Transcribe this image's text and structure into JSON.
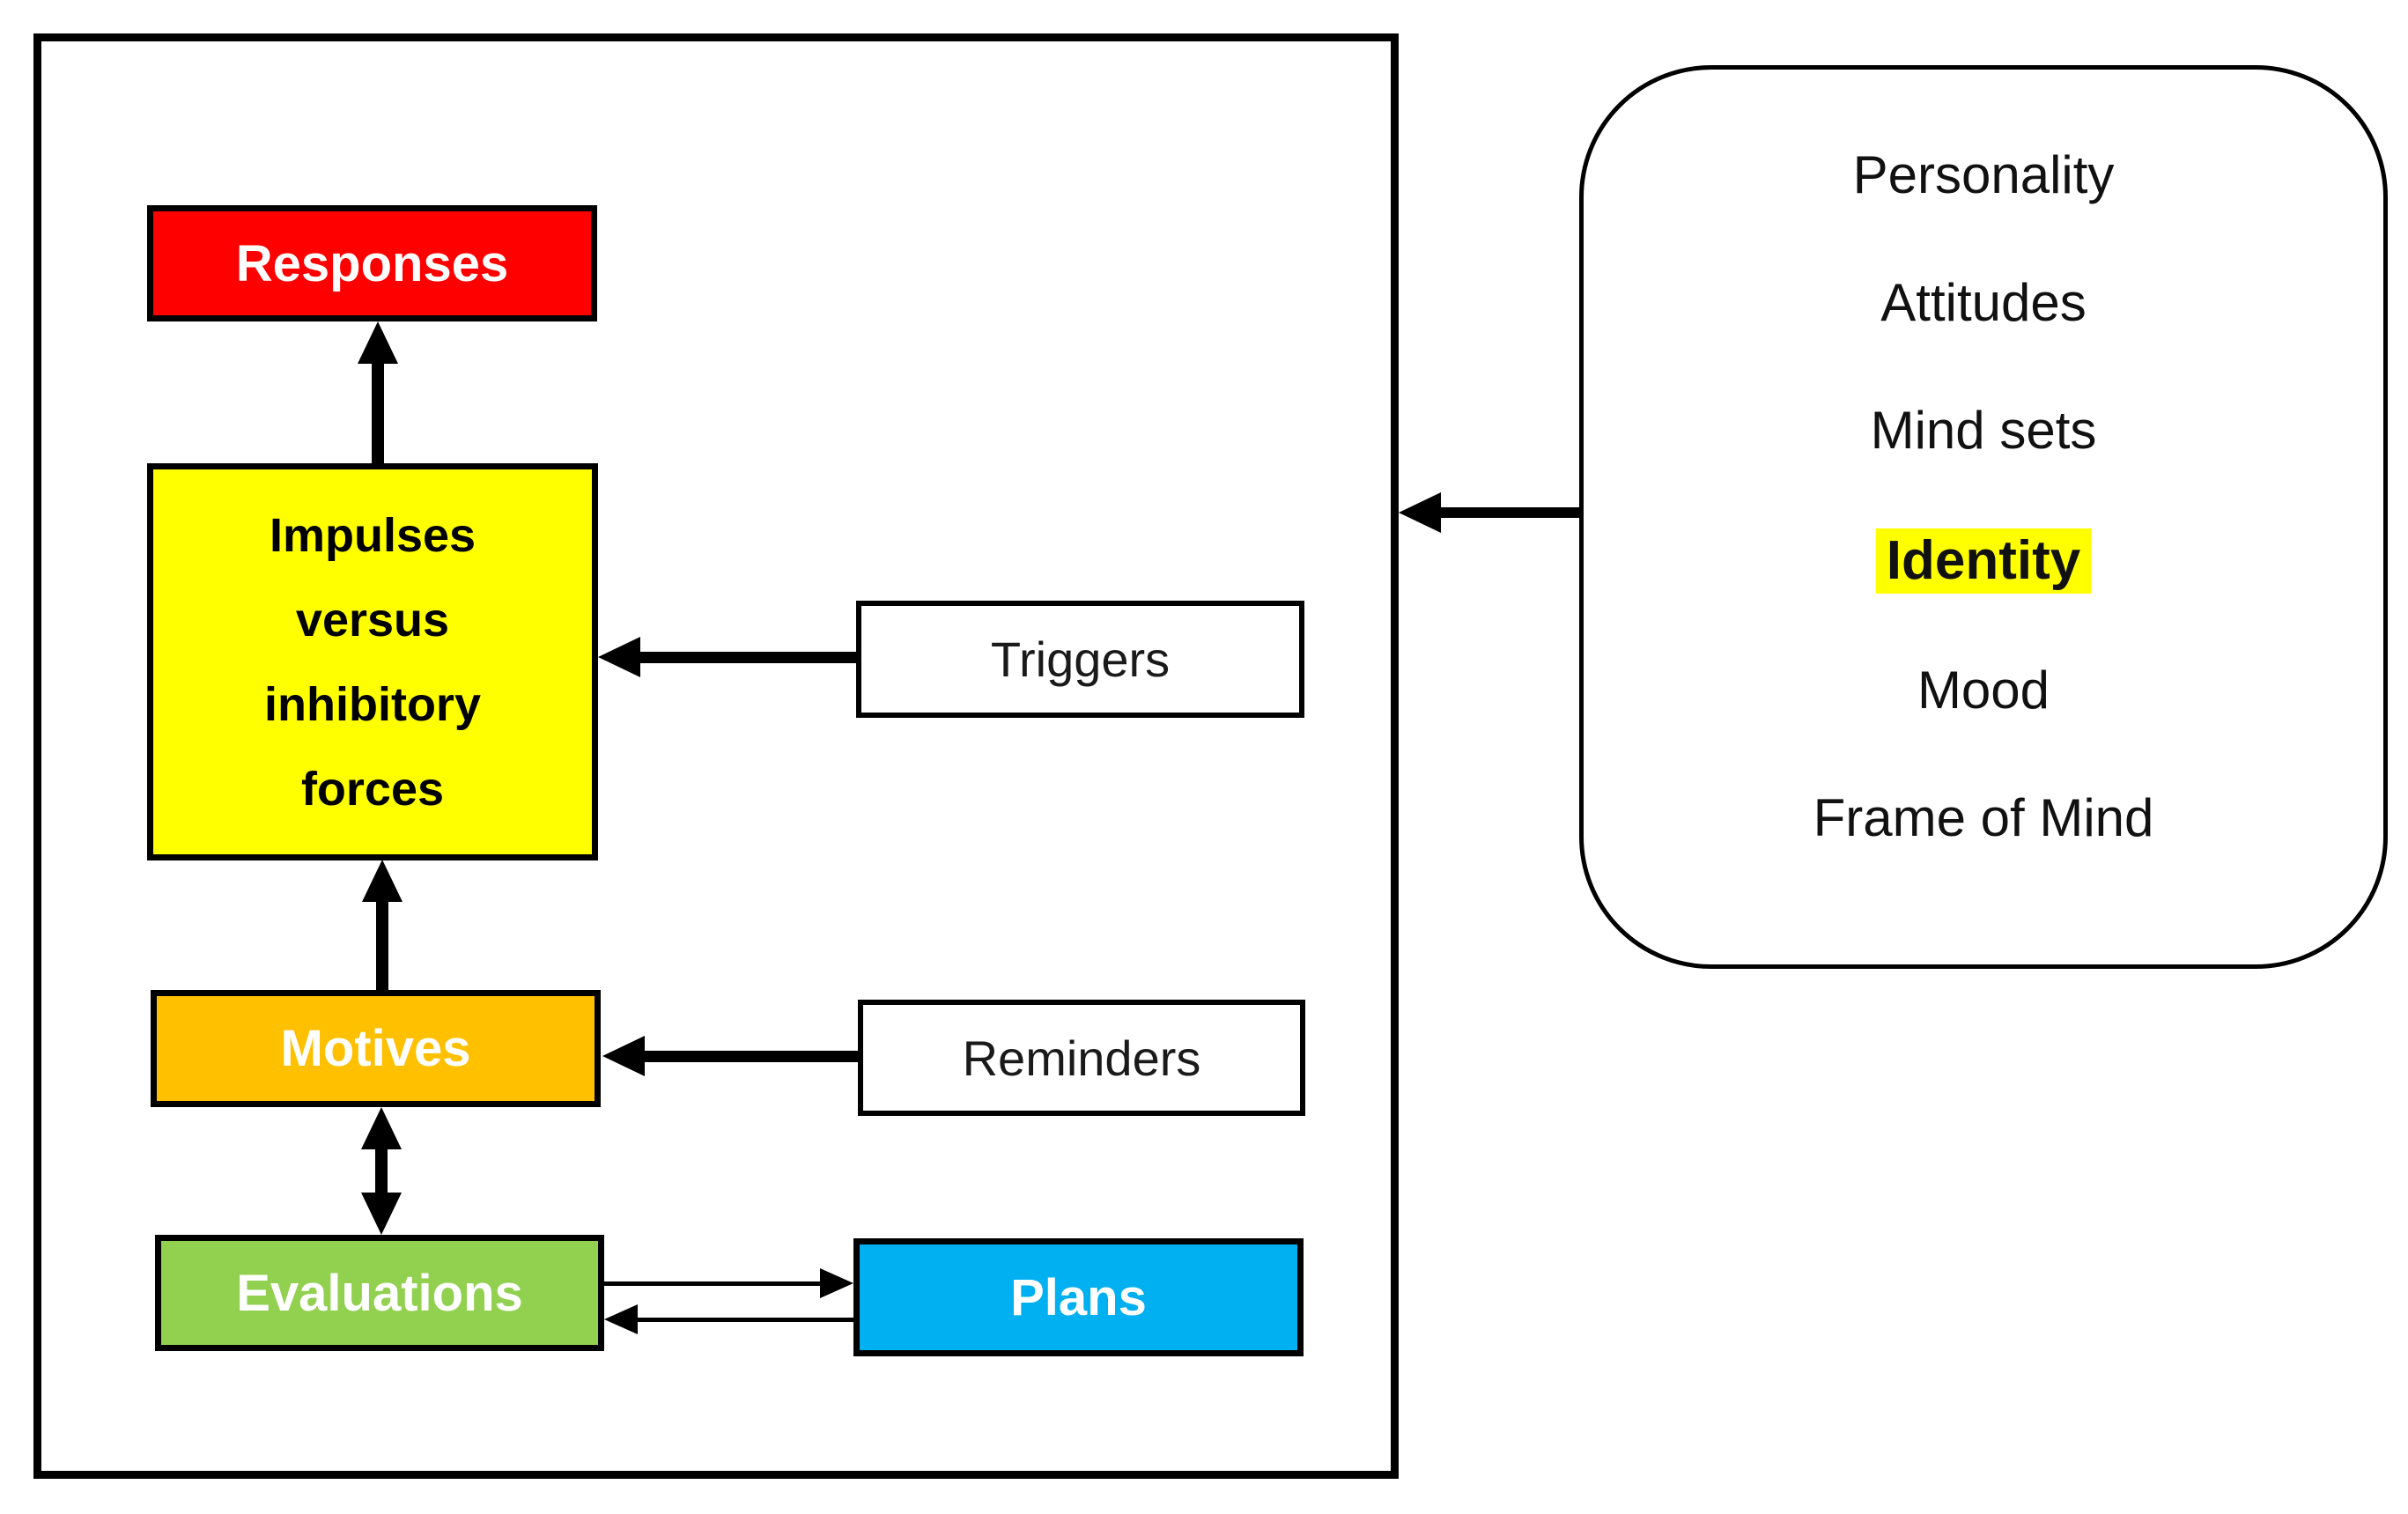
{
  "boxes": {
    "responses": {
      "label": "Responses",
      "bg": "#FF0000",
      "text_color": "#FFFFFF"
    },
    "impulses": {
      "lines": [
        "Impulses",
        "versus",
        "inhibitory",
        "forces"
      ],
      "bg": "#FFFF00",
      "text_color": "#000000"
    },
    "triggers": {
      "label": "Triggers",
      "bg": "#FFFFFF",
      "text_color": "#1A1A1A"
    },
    "motives": {
      "label": "Motives",
      "bg": "#FFC000",
      "text_color": "#FFFFFF"
    },
    "reminders": {
      "label": "Reminders",
      "bg": "#FFFFFF",
      "text_color": "#1A1A1A"
    },
    "evaluations": {
      "label": "Evaluations",
      "bg": "#92D050",
      "text_color": "#FFFFFF"
    },
    "plans": {
      "label": "Plans",
      "bg": "#00B0F0",
      "text_color": "#FFFFFF"
    }
  },
  "influences_panel": {
    "items": [
      {
        "label": "Personality",
        "highlighted": false
      },
      {
        "label": "Attitudes",
        "highlighted": false
      },
      {
        "label": "Mind sets",
        "highlighted": false
      },
      {
        "label": "Identity",
        "highlighted": true
      },
      {
        "label": "Mood",
        "highlighted": false
      },
      {
        "label": "Frame of Mind",
        "highlighted": false
      }
    ],
    "highlight_color": "#FFFF00"
  },
  "arrows": [
    {
      "name": "impulses-to-responses",
      "from": "impulses",
      "to": "responses",
      "bidirectional": false
    },
    {
      "name": "triggers-to-impulses",
      "from": "triggers",
      "to": "impulses",
      "bidirectional": false
    },
    {
      "name": "motives-to-impulses",
      "from": "motives",
      "to": "impulses",
      "bidirectional": false
    },
    {
      "name": "motives-evaluations",
      "from": "motives",
      "to": "evaluations",
      "bidirectional": true
    },
    {
      "name": "reminders-to-motives",
      "from": "reminders",
      "to": "motives",
      "bidirectional": false
    },
    {
      "name": "evaluations-to-plans",
      "from": "evaluations",
      "to": "plans",
      "bidirectional": false
    },
    {
      "name": "plans-to-evaluations",
      "from": "plans",
      "to": "evaluations",
      "bidirectional": false
    },
    {
      "name": "influences-to-system",
      "from": "influences-panel",
      "to": "outer-frame",
      "bidirectional": false
    }
  ],
  "colors": {
    "line": "#000000",
    "background": "#FFFFFF"
  }
}
